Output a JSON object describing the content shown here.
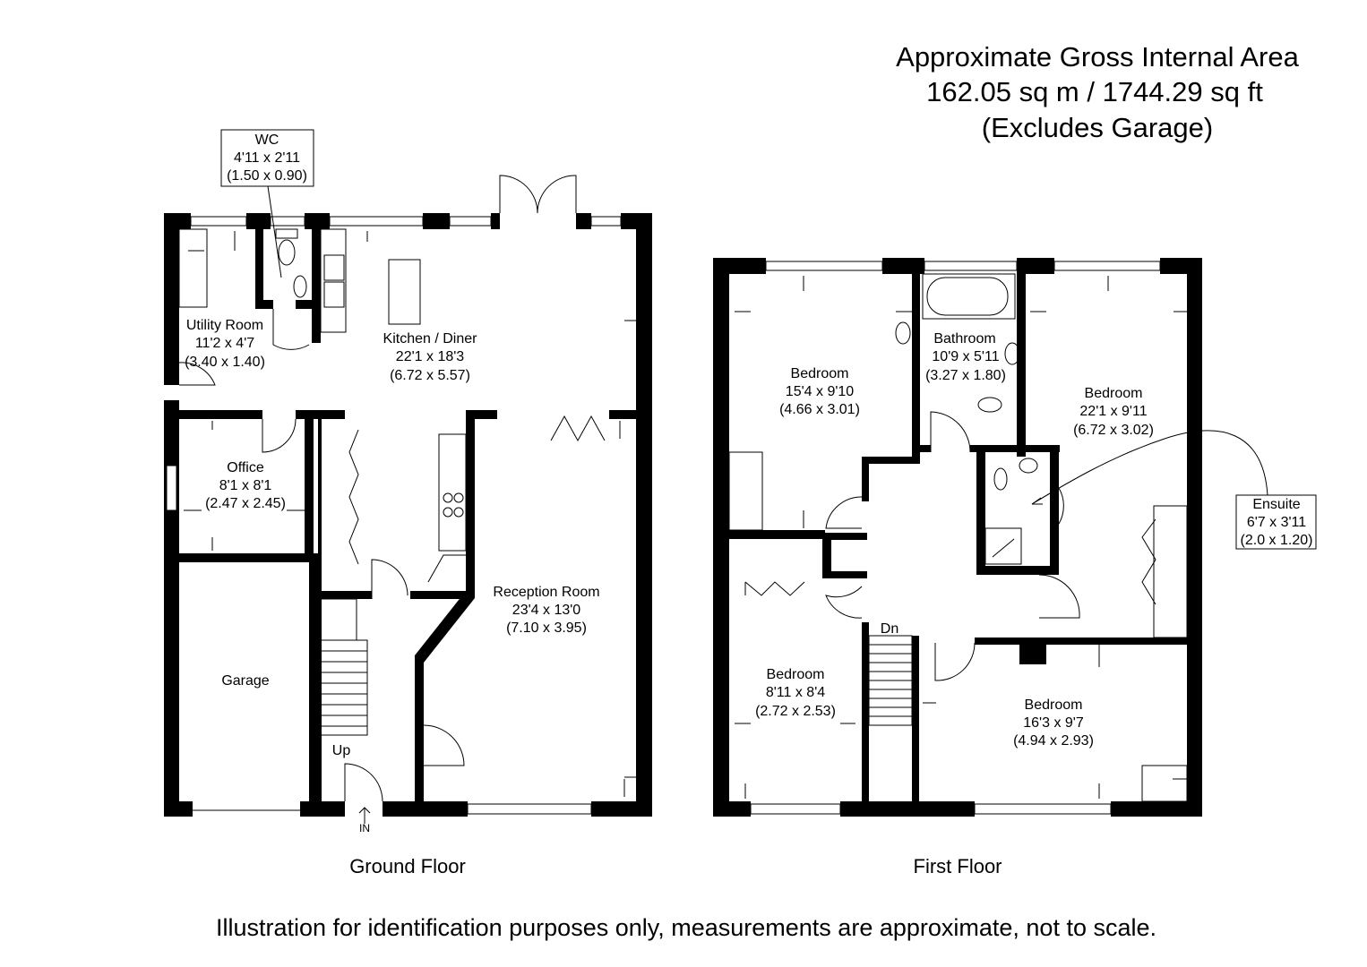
{
  "header": {
    "line1": "Approximate Gross Internal Area",
    "line2": "162.05 sq m / 1744.29 sq ft",
    "line3": "(Excludes Garage)"
  },
  "ground_floor": {
    "label": "Ground Floor",
    "up": "Up",
    "entrance": "IN",
    "rooms": {
      "wc": {
        "name": "WC",
        "imperial": "4'11 x 2'11",
        "metric": "(1.50 x 0.90)"
      },
      "utility": {
        "name": "Utility Room",
        "imperial": "11'2 x 4'7",
        "metric": "(3.40 x 1.40)"
      },
      "kitchen": {
        "name": "Kitchen / Diner",
        "imperial": "22'1 x 18'3",
        "metric": "(6.72 x 5.57)"
      },
      "office": {
        "name": "Office",
        "imperial": "8'1 x 8'1",
        "metric": "(2.47 x 2.45)"
      },
      "reception": {
        "name": "Reception Room",
        "imperial": "23'4 x 13'0",
        "metric": "(7.10 x 3.95)"
      },
      "garage": {
        "name": "Garage"
      }
    }
  },
  "first_floor": {
    "label": "First Floor",
    "down": "Dn",
    "rooms": {
      "bedroom1": {
        "name": "Bedroom",
        "imperial": "15'4 x 9'10",
        "metric": "(4.66 x 3.01)"
      },
      "bathroom": {
        "name": "Bathroom",
        "imperial": "10'9 x 5'11",
        "metric": "(3.27 x 1.80)"
      },
      "bedroom2": {
        "name": "Bedroom",
        "imperial": "22'1 x 9'11",
        "metric": "(6.72 x 3.02)"
      },
      "ensuite": {
        "name": "Ensuite",
        "imperial": "6'7 x 3'11",
        "metric": "(2.0 x 1.20)"
      },
      "bedroom3": {
        "name": "Bedroom",
        "imperial": "8'11 x 8'4",
        "metric": "(2.72 x 2.53)"
      },
      "bedroom4": {
        "name": "Bedroom",
        "imperial": "16'3 x 9'7",
        "metric": "(4.94 x 2.93)"
      }
    }
  },
  "footer": {
    "disclaimer": "Illustration for identification purposes only, measurements are approximate, not to scale."
  }
}
